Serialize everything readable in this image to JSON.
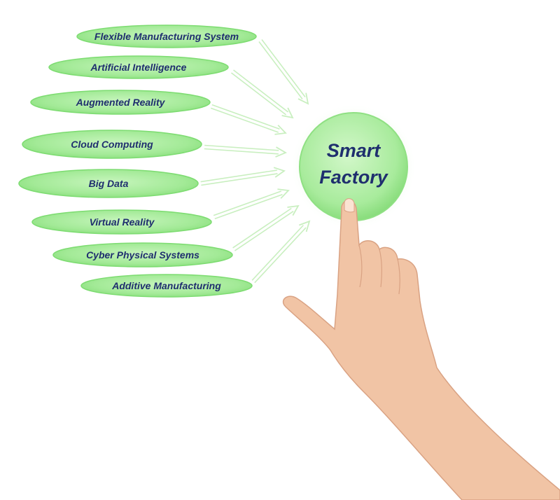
{
  "hub": {
    "line1": "Smart",
    "line2": "Factory",
    "fill": "#a8eb9c",
    "edge": "#6ad85e"
  },
  "nodes": [
    {
      "label": "Flexible Manufacturing System"
    },
    {
      "label": "Artificial Intelligence"
    },
    {
      "label": "Augmented Reality"
    },
    {
      "label": "Cloud Computing"
    },
    {
      "label": "Big Data"
    },
    {
      "label": "Virtual Reality"
    },
    {
      "label": "Cyber Physical Systems"
    },
    {
      "label": "Additive Manufacturing"
    }
  ],
  "colors": {
    "oval_fill": "#a3ea97",
    "oval_edge": "#7ddc71",
    "arrow": "#c9efc0",
    "text": "#1f2f6e",
    "skin": "#f2c6a8"
  }
}
